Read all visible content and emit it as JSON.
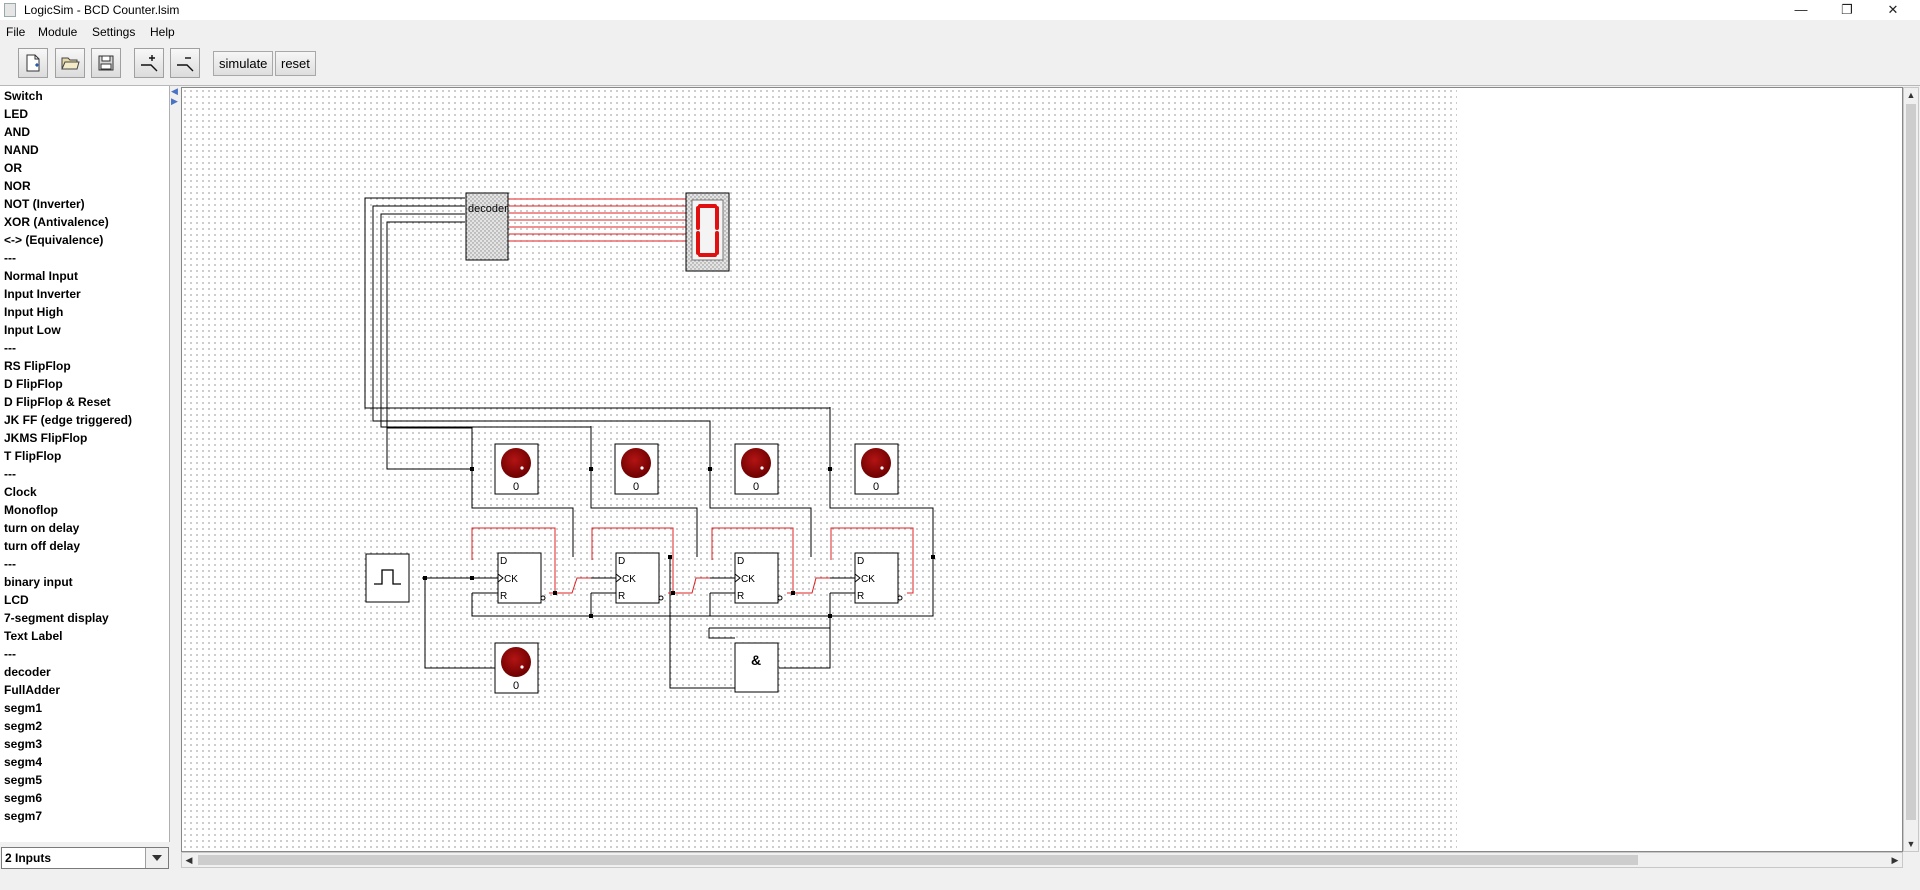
{
  "window": {
    "title": "LogicSim - BCD Counter.lsim",
    "controls": {
      "minimize": "—",
      "restore": "❐",
      "close": "✕"
    }
  },
  "menu": [
    "File",
    "Module",
    "Settings",
    "Help"
  ],
  "toolbar": {
    "icons": [
      "new-file-icon",
      "open-folder-icon",
      "save-disk-icon",
      "add-point-icon",
      "remove-point-icon"
    ],
    "simulate_label": "simulate",
    "reset_label": "reset"
  },
  "palette": [
    "Switch",
    "LED",
    "AND",
    "NAND",
    "OR",
    "NOR",
    "NOT (Inverter)",
    "XOR (Antivalence)",
    "<-> (Equivalence)",
    "---",
    "Normal Input",
    "Input Inverter",
    "Input High",
    "Input Low",
    "---",
    "RS FlipFlop",
    "D FlipFlop",
    "D FlipFlop & Reset",
    "JK FF (edge triggered)",
    "JKMS FlipFlop",
    "T FlipFlop",
    "---",
    "Clock",
    "Monoflop",
    "turn on delay",
    "turn off delay",
    "---",
    "binary input",
    "LCD",
    "7-segment display",
    "Text Label",
    "---",
    "decoder",
    "FullAdder",
    "segm1",
    "segm2",
    "segm3",
    "segm4",
    "segm5",
    "segm6",
    "segm7"
  ],
  "gate_inputs": {
    "selected": "2 Inputs"
  },
  "circuit": {
    "decoder_label": "decoder",
    "display_digit": "0",
    "led_values": [
      "0",
      "0",
      "0",
      "0"
    ],
    "clock_led_value": "0",
    "ff_pins": {
      "d": "D",
      "ck": "CK",
      "r": "R"
    },
    "and_gate_label": "&",
    "colors": {
      "wire": "#000000",
      "active_wire": "#e02020",
      "led": "#8b0000",
      "segment": "#e01010"
    }
  }
}
